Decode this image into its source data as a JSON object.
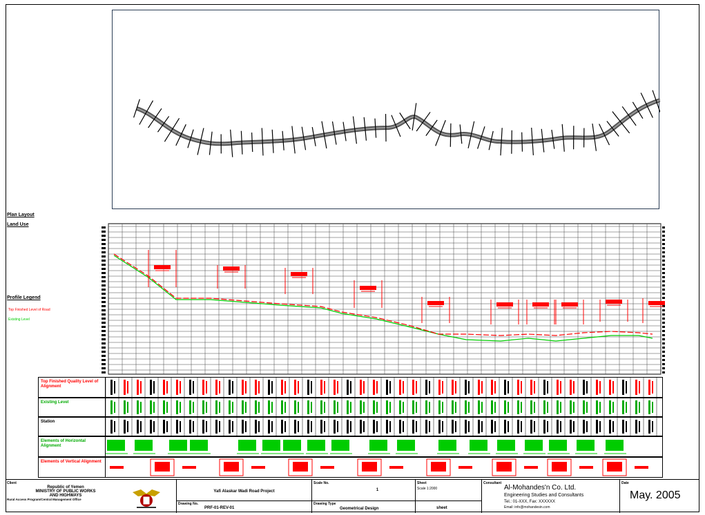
{
  "plan_view": {
    "label": "Plan Layout",
    "sublabel": "Land Use"
  },
  "profile_legend": {
    "title": "Profile Legend",
    "items": [
      {
        "label": "Top Finished Level of Road",
        "color": "#ff0000"
      },
      {
        "label": "Existing Level",
        "color": "#00cc00"
      }
    ]
  },
  "bands": {
    "finished_level": "Top Finished Quality Level of Alignment",
    "existing_level": "Existing Level",
    "station": "Station",
    "horizontal": "Elements of Horizontal Alignment",
    "vertical": "Elements of Vertical Alignment"
  },
  "title_block": {
    "client_label": "Client",
    "client_line1": "Republic of Yemen",
    "client_line2": "MINISTRY OF PUBLIC WORKS",
    "client_line3": "AND HIGHWAYS",
    "client_line4": "Rural Access Program/Central Management Office",
    "project": "Yafi Alaskar Wadi Road Project",
    "drawing_no_label": "Drawing No.",
    "drawing_no": "PRF-01-REV-01",
    "scale_label": "Scale No.",
    "scale": "1",
    "type_label": "Drawing Type",
    "type": "Geometrical Design",
    "sheet_label": "Sheet",
    "sheet_scale": "Scale 1:2000",
    "sheet_no": "sheet",
    "consultant_label": "Consultant",
    "consultant_name": "Al-Mohandes'n Co. Ltd.",
    "consultant_sub": "Engineering Studies and Consultants",
    "consultant_tel": "Tel.: 01-XXX, Fax: XXXXXX",
    "consultant_email": "Email: info@mohandesin.com",
    "date_label": "Date",
    "date": "May. 2005"
  },
  "colors": {
    "finished": "#ff0000",
    "existing": "#00cc00",
    "frame": "#2b3d55"
  }
}
